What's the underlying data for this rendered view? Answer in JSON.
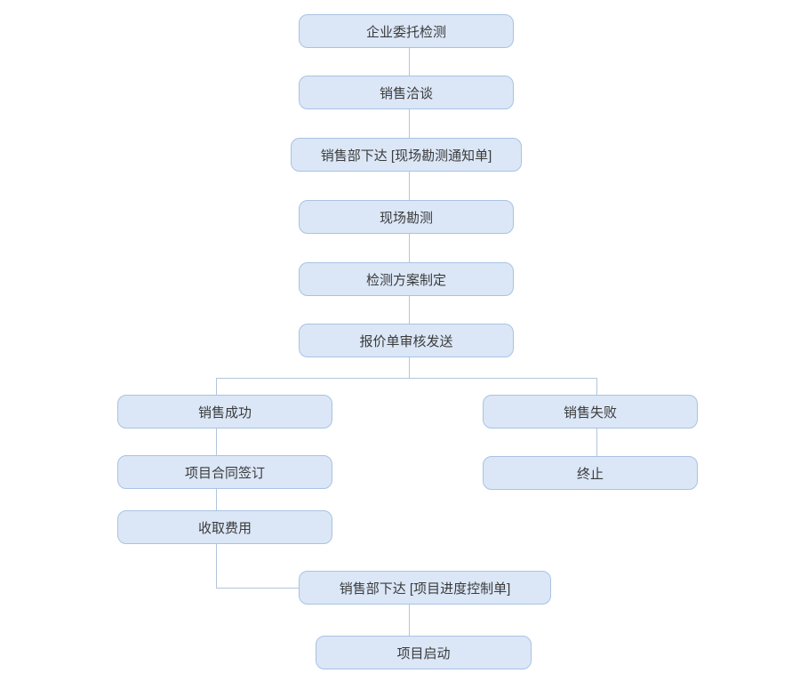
{
  "diagram": {
    "type": "flowchart",
    "colors": {
      "node_fill": "#dbe7f7",
      "node_border": "#a9c2e2",
      "connector_line": "#b3c6dc",
      "text": "#3b3b3b",
      "background": "#ffffff"
    },
    "nodes": [
      {
        "id": "entrust",
        "label": "企业委托检测"
      },
      {
        "id": "sales-negotiation",
        "label": "销售洽谈"
      },
      {
        "id": "survey-notice",
        "label": "销售部下达 [现场勘测通知单]"
      },
      {
        "id": "site-survey",
        "label": "现场勘测"
      },
      {
        "id": "test-plan",
        "label": "检测方案制定"
      },
      {
        "id": "quotation",
        "label": "报价单审核发送"
      },
      {
        "id": "sales-success",
        "label": "销售成功"
      },
      {
        "id": "sales-failure",
        "label": "销售失败"
      },
      {
        "id": "contract-signing",
        "label": "项目合同签订"
      },
      {
        "id": "terminate",
        "label": "终止"
      },
      {
        "id": "collect-fees",
        "label": "收取费用"
      },
      {
        "id": "progress-control",
        "label": "销售部下达 [项目进度控制单]"
      },
      {
        "id": "project-start",
        "label": "项目启动"
      }
    ],
    "edges": [
      {
        "from": "entrust",
        "to": "sales-negotiation"
      },
      {
        "from": "sales-negotiation",
        "to": "survey-notice"
      },
      {
        "from": "survey-notice",
        "to": "site-survey"
      },
      {
        "from": "site-survey",
        "to": "test-plan"
      },
      {
        "from": "test-plan",
        "to": "quotation"
      },
      {
        "from": "quotation",
        "to": "sales-success"
      },
      {
        "from": "quotation",
        "to": "sales-failure"
      },
      {
        "from": "sales-success",
        "to": "contract-signing"
      },
      {
        "from": "sales-failure",
        "to": "terminate"
      },
      {
        "from": "contract-signing",
        "to": "collect-fees"
      },
      {
        "from": "collect-fees",
        "to": "progress-control"
      },
      {
        "from": "progress-control",
        "to": "project-start"
      }
    ]
  }
}
